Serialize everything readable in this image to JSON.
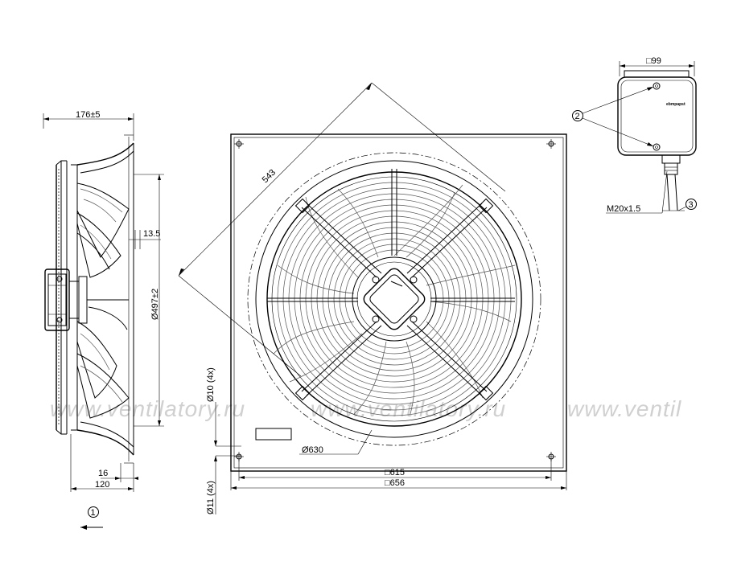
{
  "watermark": {
    "segments": [
      "www.ventilatory.ru",
      "www.ventilatory.ru",
      "www.ventil"
    ]
  },
  "side_view": {
    "dim_depth": "176±5",
    "dim_bracket": "13.5",
    "dim_diameter": "Ø497±2",
    "dim_16": "16",
    "dim_120": "120",
    "marker_1": "1"
  },
  "front_view": {
    "dim_diagonal": "543",
    "dim_hole_10": "Ø10 (4x)",
    "dim_hole_11": "Ø11 (4x)",
    "dim_ring": "Ø630",
    "dim_615": "□615",
    "dim_656": "□656"
  },
  "terminal_box": {
    "dim_99": "□99",
    "cable_gland": "M20x1.5",
    "marker_2": "2",
    "marker_3": "3",
    "logo_text": "ebmpapst"
  },
  "colors": {
    "line": "#000000",
    "watermark": "#d0d0d0"
  }
}
